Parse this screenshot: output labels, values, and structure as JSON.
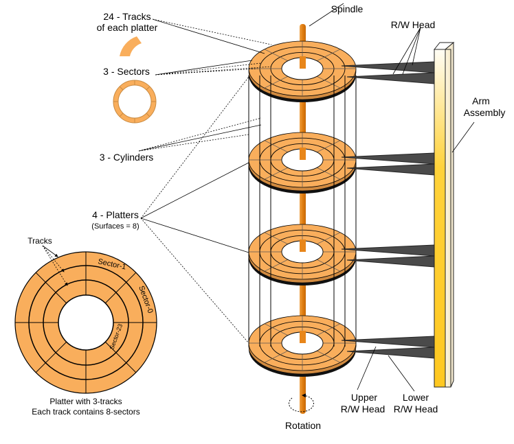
{
  "labels": {
    "tracks_line1": "24 - Tracks",
    "tracks_line2": "of each platter",
    "sectors": "3 - Sectors",
    "cylinders": "3 - Cylinders",
    "platters": "4 - Platters",
    "surfaces": "(Surfaces = 8)",
    "spindle": "Spindle",
    "rw_head": "R/W Head",
    "arm_line1": "Arm",
    "arm_line2": "Assembly",
    "upper_line1": "Upper",
    "upper_line2": "R/W Head",
    "lower_line1": "Lower",
    "lower_line2": "R/W Head",
    "rotation": "Rotation",
    "detail_tracks": "Tracks",
    "sector_1": "Sector-1",
    "sector_0": "Sector-0",
    "sector_23": "Sector-23",
    "caption_line1": "Platter with 3-tracks",
    "caption_line2": "Each track contains 8-sectors"
  },
  "platter_count": 4,
  "tracks_per_platter": 3,
  "sectors_per_track": 8,
  "colors": {
    "platter": "#F9AE5C",
    "spindle": "#E8861A",
    "head": "#4a4a4a",
    "arm": "#FFD030"
  }
}
